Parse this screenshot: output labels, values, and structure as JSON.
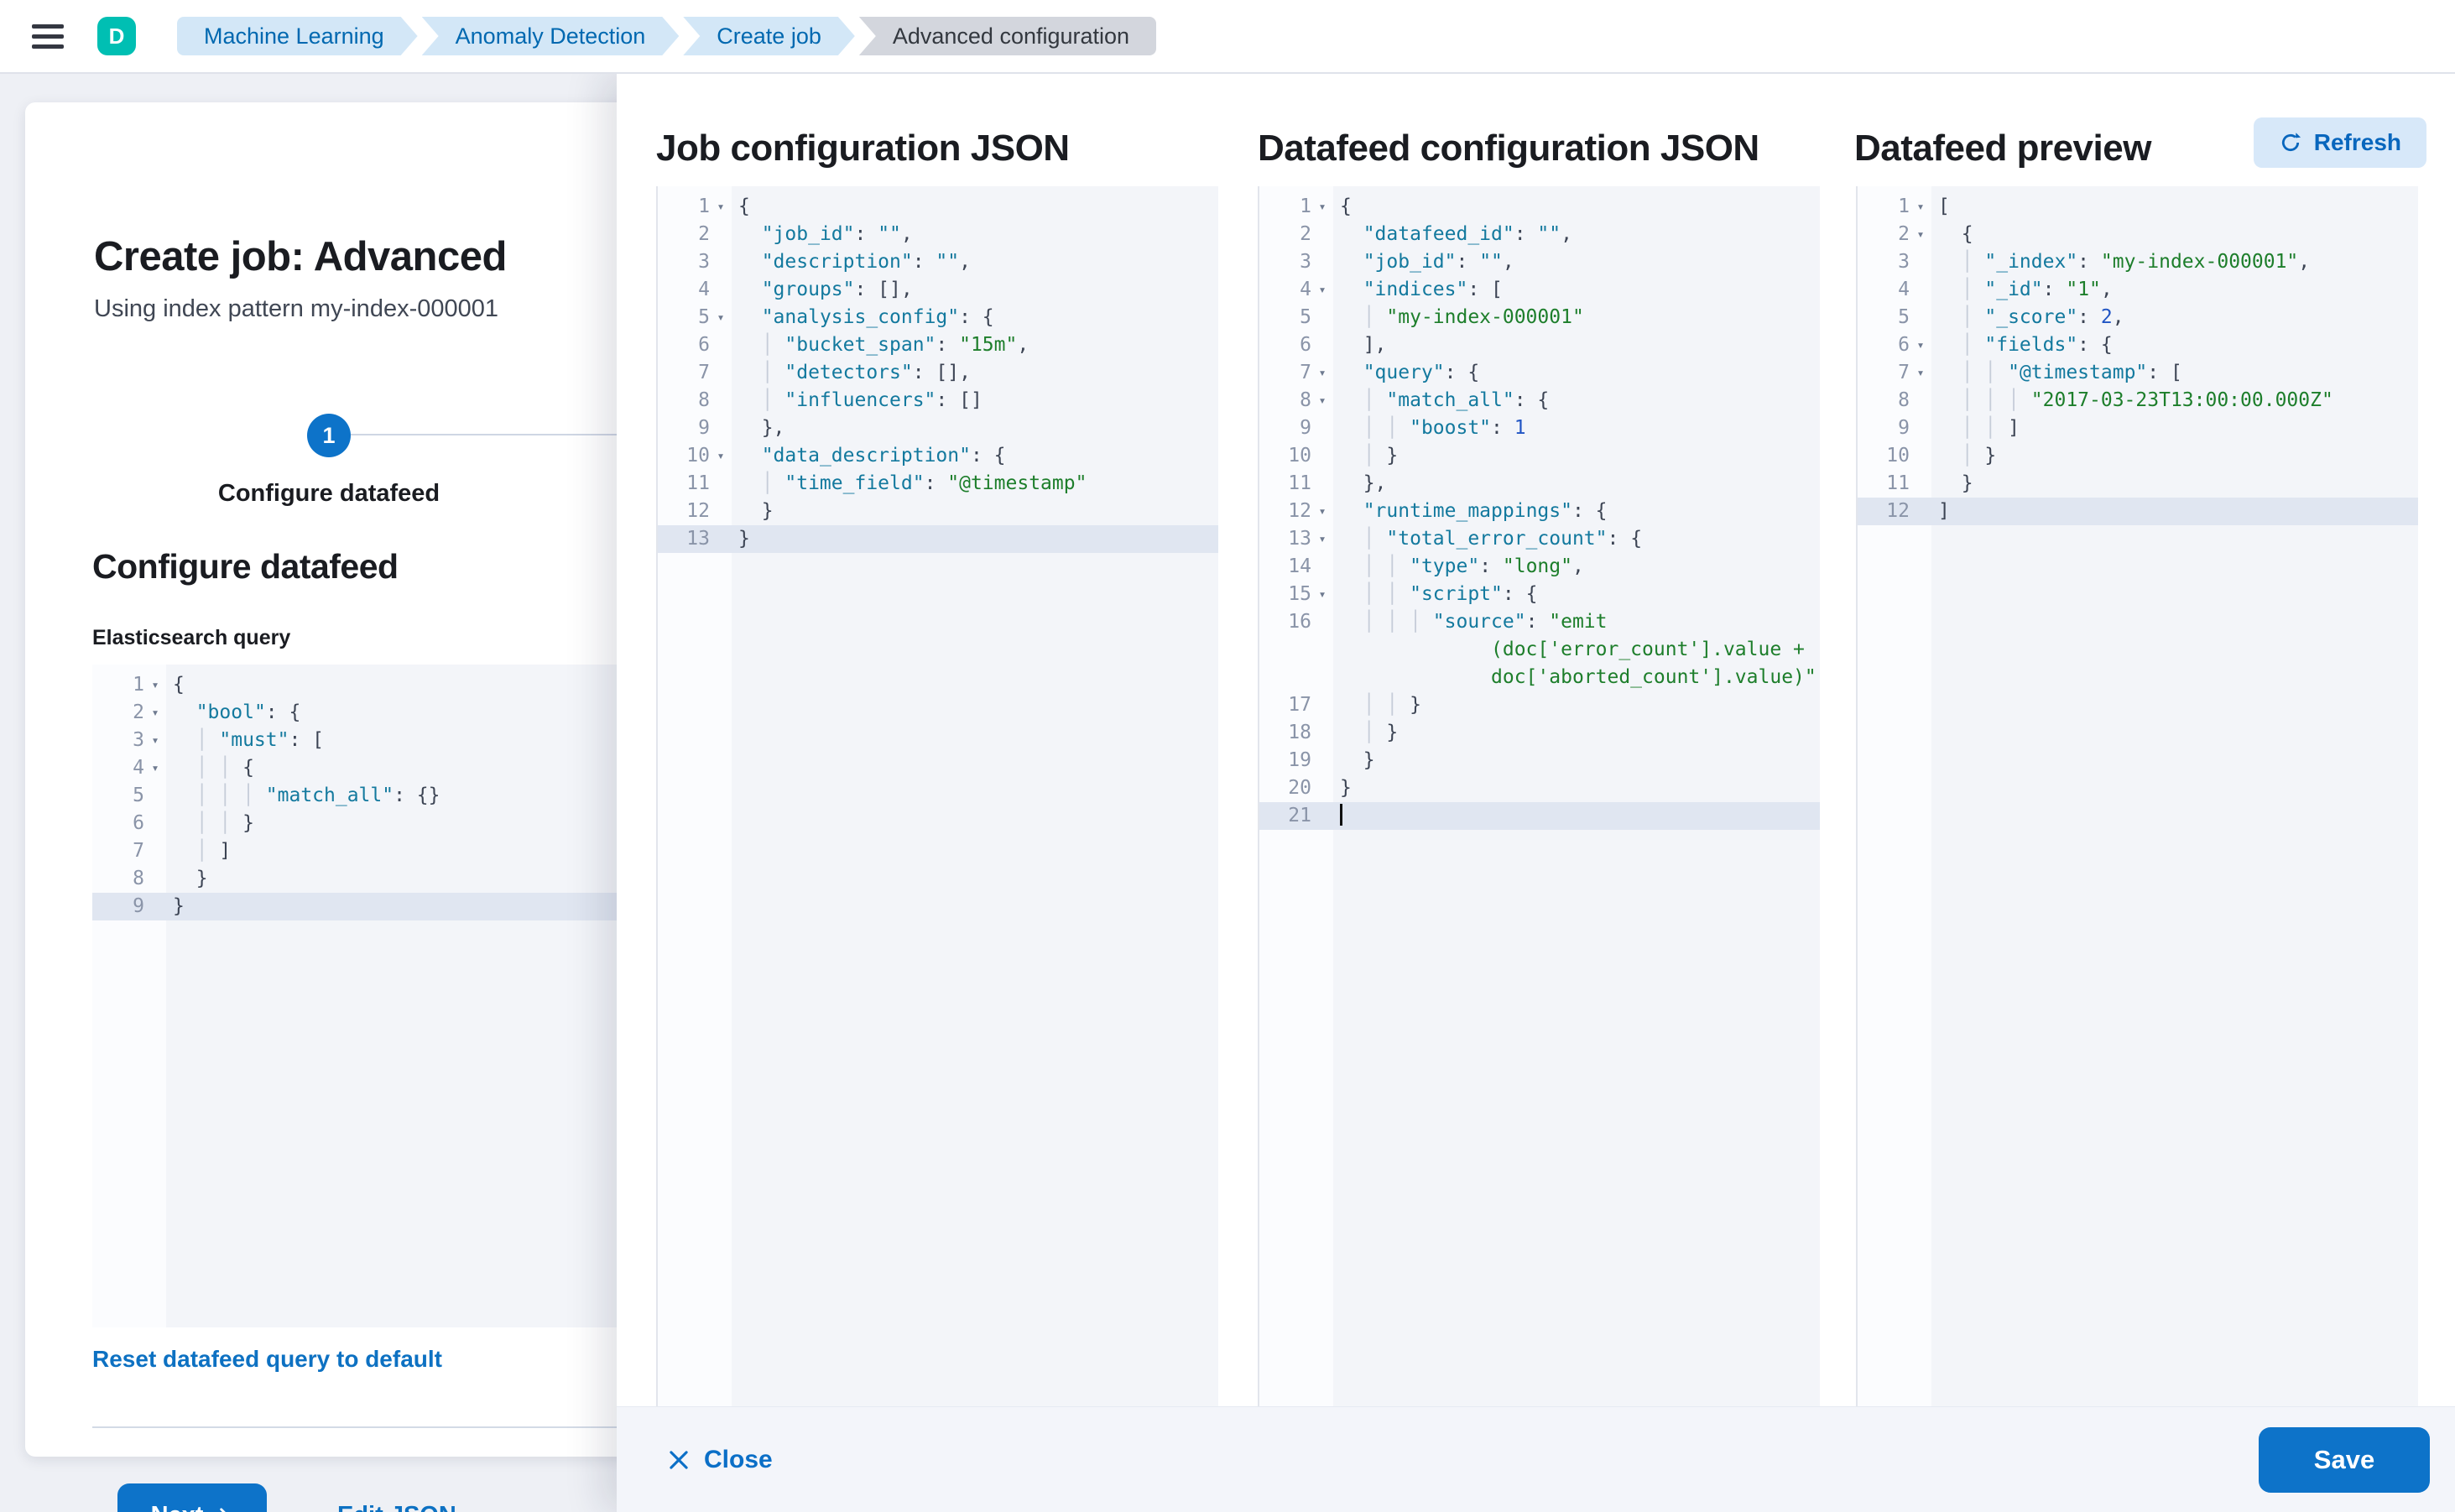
{
  "header": {
    "avatar_initial": "D",
    "breadcrumbs": [
      "Machine Learning",
      "Anomaly Detection",
      "Create job",
      "Advanced configuration"
    ]
  },
  "wizard": {
    "title": "Create job: Advanced",
    "subtitle": "Using index pattern my-index-000001",
    "step_number": "1",
    "step_label": "Configure datafeed",
    "section_heading": "Configure datafeed",
    "query_label": "Elasticsearch query",
    "reset_link": "Reset datafeed query to default",
    "next_label": "Next",
    "edit_json_label": "Edit JSON"
  },
  "panels": {
    "job": {
      "title": "Job configuration JSON"
    },
    "datafeed": {
      "title": "Datafeed configuration JSON"
    },
    "preview": {
      "title": "Datafeed preview",
      "refresh_label": "Refresh"
    }
  },
  "footer": {
    "close_label": "Close",
    "save_label": "Save"
  },
  "colors": {
    "accent_blue": "#0d73c9",
    "link_blue": "#0d71c2",
    "avatar_teal": "#00bfb3",
    "refresh_bg": "#d7e8f9",
    "code_key": "#13799e",
    "code_string": "#1d7e2b",
    "code_number": "#2155c4",
    "active_line": "#e0e6f1"
  },
  "editors": {
    "es_query": {
      "lines": [
        {
          "n": "1",
          "f": 1,
          "seg": [
            [
              "tp",
              "{"
            ]
          ]
        },
        {
          "n": "2",
          "f": 1,
          "seg": [
            [
              "tg",
              "  "
            ],
            [
              "tk",
              "\"bool\""
            ],
            [
              "tp",
              ": {"
            ]
          ]
        },
        {
          "n": "3",
          "f": 1,
          "seg": [
            [
              "tg",
              "  │ "
            ],
            [
              "tk",
              "\"must\""
            ],
            [
              "tp",
              ": ["
            ]
          ]
        },
        {
          "n": "4",
          "f": 1,
          "seg": [
            [
              "tg",
              "  │ │ "
            ],
            [
              "tp",
              "{"
            ]
          ]
        },
        {
          "n": "5",
          "seg": [
            [
              "tg",
              "  │ │ │ "
            ],
            [
              "tk",
              "\"match_all\""
            ],
            [
              "tp",
              ": {}"
            ]
          ]
        },
        {
          "n": "6",
          "seg": [
            [
              "tg",
              "  │ │ "
            ],
            [
              "tp",
              "}"
            ]
          ]
        },
        {
          "n": "7",
          "seg": [
            [
              "tg",
              "  │ "
            ],
            [
              "tp",
              "]"
            ]
          ]
        },
        {
          "n": "8",
          "seg": [
            [
              "tg",
              "  "
            ],
            [
              "tp",
              "}"
            ]
          ]
        },
        {
          "n": "9",
          "a": 1,
          "seg": [
            [
              "tp",
              "}"
            ]
          ]
        }
      ]
    },
    "job_config": {
      "lines": [
        {
          "n": "1",
          "f": 1,
          "seg": [
            [
              "tp",
              "{"
            ]
          ]
        },
        {
          "n": "2",
          "seg": [
            [
              "tg",
              "  "
            ],
            [
              "tk",
              "\"job_id\""
            ],
            [
              "tp",
              ": "
            ],
            [
              "tk",
              "\"\""
            ],
            [
              "tp",
              ","
            ]
          ]
        },
        {
          "n": "3",
          "seg": [
            [
              "tg",
              "  "
            ],
            [
              "tk",
              "\"description\""
            ],
            [
              "tp",
              ": "
            ],
            [
              "tk",
              "\"\""
            ],
            [
              "tp",
              ","
            ]
          ]
        },
        {
          "n": "4",
          "seg": [
            [
              "tg",
              "  "
            ],
            [
              "tk",
              "\"groups\""
            ],
            [
              "tp",
              ": [],"
            ]
          ]
        },
        {
          "n": "5",
          "f": 1,
          "seg": [
            [
              "tg",
              "  "
            ],
            [
              "tk",
              "\"analysis_config\""
            ],
            [
              "tp",
              ": {"
            ]
          ]
        },
        {
          "n": "6",
          "seg": [
            [
              "tg",
              "  │ "
            ],
            [
              "tk",
              "\"bucket_span\""
            ],
            [
              "tp",
              ": "
            ],
            [
              "ts",
              "\"15m\""
            ],
            [
              "tp",
              ","
            ]
          ]
        },
        {
          "n": "7",
          "seg": [
            [
              "tg",
              "  │ "
            ],
            [
              "tk",
              "\"detectors\""
            ],
            [
              "tp",
              ": [],"
            ]
          ]
        },
        {
          "n": "8",
          "seg": [
            [
              "tg",
              "  │ "
            ],
            [
              "tk",
              "\"influencers\""
            ],
            [
              "tp",
              ": []"
            ]
          ]
        },
        {
          "n": "9",
          "seg": [
            [
              "tg",
              "  "
            ],
            [
              "tp",
              "},"
            ]
          ]
        },
        {
          "n": "10",
          "f": 1,
          "seg": [
            [
              "tg",
              "  "
            ],
            [
              "tk",
              "\"data_description\""
            ],
            [
              "tp",
              ": {"
            ]
          ]
        },
        {
          "n": "11",
          "seg": [
            [
              "tg",
              "  │ "
            ],
            [
              "tk",
              "\"time_field\""
            ],
            [
              "tp",
              ": "
            ],
            [
              "ts",
              "\"@timestamp\""
            ]
          ]
        },
        {
          "n": "12",
          "seg": [
            [
              "tg",
              "  "
            ],
            [
              "tp",
              "}"
            ]
          ]
        },
        {
          "n": "13",
          "a": 1,
          "seg": [
            [
              "tp",
              "}"
            ]
          ]
        }
      ]
    },
    "datafeed_config": {
      "lines": [
        {
          "n": "1",
          "f": 1,
          "seg": [
            [
              "tp",
              "{"
            ]
          ]
        },
        {
          "n": "2",
          "seg": [
            [
              "tg",
              "  "
            ],
            [
              "tk",
              "\"datafeed_id\""
            ],
            [
              "tp",
              ": "
            ],
            [
              "tk",
              "\"\""
            ],
            [
              "tp",
              ","
            ]
          ]
        },
        {
          "n": "3",
          "seg": [
            [
              "tg",
              "  "
            ],
            [
              "tk",
              "\"job_id\""
            ],
            [
              "tp",
              ": "
            ],
            [
              "tk",
              "\"\""
            ],
            [
              "tp",
              ","
            ]
          ]
        },
        {
          "n": "4",
          "f": 1,
          "seg": [
            [
              "tg",
              "  "
            ],
            [
              "tk",
              "\"indices\""
            ],
            [
              "tp",
              ": ["
            ]
          ]
        },
        {
          "n": "5",
          "seg": [
            [
              "tg",
              "  │ "
            ],
            [
              "ts",
              "\"my-index-000001\""
            ]
          ]
        },
        {
          "n": "6",
          "seg": [
            [
              "tg",
              "  "
            ],
            [
              "tp",
              "],"
            ]
          ]
        },
        {
          "n": "7",
          "f": 1,
          "seg": [
            [
              "tg",
              "  "
            ],
            [
              "tk",
              "\"query\""
            ],
            [
              "tp",
              ": {"
            ]
          ]
        },
        {
          "n": "8",
          "f": 1,
          "seg": [
            [
              "tg",
              "  │ "
            ],
            [
              "tk",
              "\"match_all\""
            ],
            [
              "tp",
              ": {"
            ]
          ]
        },
        {
          "n": "9",
          "seg": [
            [
              "tg",
              "  │ │ "
            ],
            [
              "tk",
              "\"boost\""
            ],
            [
              "tp",
              ": "
            ],
            [
              "tn",
              "1"
            ]
          ]
        },
        {
          "n": "10",
          "seg": [
            [
              "tg",
              "  │ "
            ],
            [
              "tp",
              "}"
            ]
          ]
        },
        {
          "n": "11",
          "seg": [
            [
              "tg",
              "  "
            ],
            [
              "tp",
              "},"
            ]
          ]
        },
        {
          "n": "12",
          "f": 1,
          "seg": [
            [
              "tg",
              "  "
            ],
            [
              "tk",
              "\"runtime_mappings\""
            ],
            [
              "tp",
              ": {"
            ]
          ]
        },
        {
          "n": "13",
          "f": 1,
          "seg": [
            [
              "tg",
              "  │ "
            ],
            [
              "tk",
              "\"total_error_count\""
            ],
            [
              "tp",
              ": {"
            ]
          ]
        },
        {
          "n": "14",
          "seg": [
            [
              "tg",
              "  │ │ "
            ],
            [
              "tk",
              "\"type\""
            ],
            [
              "tp",
              ": "
            ],
            [
              "ts",
              "\"long\""
            ],
            [
              "tp",
              ","
            ]
          ]
        },
        {
          "n": "15",
          "f": 1,
          "seg": [
            [
              "tg",
              "  │ │ "
            ],
            [
              "tk",
              "\"script\""
            ],
            [
              "tp",
              ": {"
            ]
          ]
        },
        {
          "n": "16",
          "seg": [
            [
              "tg",
              "  │ │ │ "
            ],
            [
              "tk",
              "\"source\""
            ],
            [
              "tp",
              ": "
            ],
            [
              "ts",
              "\"emit"
            ]
          ]
        },
        {
          "n": "",
          "seg": [
            [
              "tg",
              "             "
            ],
            [
              "ts",
              "(doc['error_count'].value +"
            ]
          ]
        },
        {
          "n": "",
          "seg": [
            [
              "tg",
              "             "
            ],
            [
              "ts",
              "doc['aborted_count'].value)\""
            ]
          ]
        },
        {
          "n": "17",
          "seg": [
            [
              "tg",
              "  │ │ "
            ],
            [
              "tp",
              "}"
            ]
          ]
        },
        {
          "n": "18",
          "seg": [
            [
              "tg",
              "  │ "
            ],
            [
              "tp",
              "}"
            ]
          ]
        },
        {
          "n": "19",
          "seg": [
            [
              "tg",
              "  "
            ],
            [
              "tp",
              "}"
            ]
          ]
        },
        {
          "n": "20",
          "seg": [
            [
              "tp",
              "}"
            ]
          ]
        },
        {
          "n": "21",
          "a": 1,
          "c": 1,
          "seg": []
        }
      ]
    },
    "datafeed_preview": {
      "lines": [
        {
          "n": "1",
          "f": 1,
          "seg": [
            [
              "tp",
              "["
            ]
          ]
        },
        {
          "n": "2",
          "f": 1,
          "seg": [
            [
              "tg",
              "  "
            ],
            [
              "tp",
              "{"
            ]
          ]
        },
        {
          "n": "3",
          "seg": [
            [
              "tg",
              "  │ "
            ],
            [
              "tk",
              "\"_index\""
            ],
            [
              "tp",
              ": "
            ],
            [
              "ts",
              "\"my-index-000001\""
            ],
            [
              "tp",
              ","
            ]
          ]
        },
        {
          "n": "4",
          "seg": [
            [
              "tg",
              "  │ "
            ],
            [
              "tk",
              "\"_id\""
            ],
            [
              "tp",
              ": "
            ],
            [
              "ts",
              "\"1\""
            ],
            [
              "tp",
              ","
            ]
          ]
        },
        {
          "n": "5",
          "seg": [
            [
              "tg",
              "  │ "
            ],
            [
              "tk",
              "\"_score\""
            ],
            [
              "tp",
              ": "
            ],
            [
              "tn",
              "2"
            ],
            [
              "tp",
              ","
            ]
          ]
        },
        {
          "n": "6",
          "f": 1,
          "seg": [
            [
              "tg",
              "  │ "
            ],
            [
              "tk",
              "\"fields\""
            ],
            [
              "tp",
              ": {"
            ]
          ]
        },
        {
          "n": "7",
          "f": 1,
          "seg": [
            [
              "tg",
              "  │ │ "
            ],
            [
              "tk",
              "\"@timestamp\""
            ],
            [
              "tp",
              ": ["
            ]
          ]
        },
        {
          "n": "8",
          "seg": [
            [
              "tg",
              "  │ │ │ "
            ],
            [
              "ts",
              "\"2017-03-23T13:00:00.000Z\""
            ]
          ]
        },
        {
          "n": "9",
          "seg": [
            [
              "tg",
              "  │ │ "
            ],
            [
              "tp",
              "]"
            ]
          ]
        },
        {
          "n": "10",
          "seg": [
            [
              "tg",
              "  │ "
            ],
            [
              "tp",
              "}"
            ]
          ]
        },
        {
          "n": "11",
          "seg": [
            [
              "tg",
              "  "
            ],
            [
              "tp",
              "}"
            ]
          ]
        },
        {
          "n": "12",
          "a": 1,
          "seg": [
            [
              "tp",
              "]"
            ]
          ]
        }
      ]
    }
  }
}
